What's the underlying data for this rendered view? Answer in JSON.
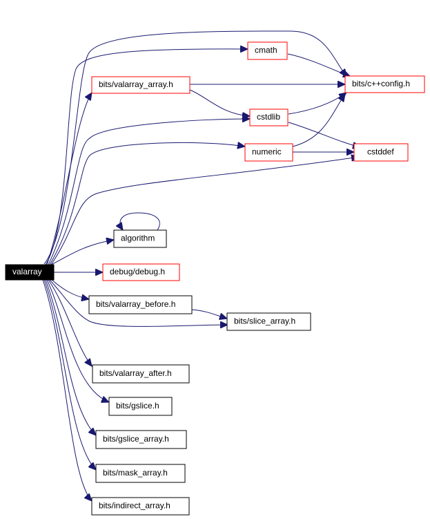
{
  "colors": {
    "edge": "#191970",
    "undocumented_border": "#ff0000",
    "documented_border": "#000000",
    "root_fill": "#000000",
    "root_text": "#ffffff"
  },
  "nodes": {
    "valarray": "valarray",
    "cmath": "cmath",
    "bits_valarray_array_h": "bits/valarray_array.h",
    "bits_cxxconfig_h": "bits/c++config.h",
    "cstdlib": "cstdlib",
    "numeric": "numeric",
    "cstddef": "cstddef",
    "algorithm": "algorithm",
    "debug_debug_h": "debug/debug.h",
    "bits_valarray_before_h": "bits/valarray_before.h",
    "bits_slice_array_h": "bits/slice_array.h",
    "bits_valarray_after_h": "bits/valarray_after.h",
    "bits_gslice_h": "bits/gslice.h",
    "bits_gslice_array_h": "bits/gslice_array.h",
    "bits_mask_array_h": "bits/mask_array.h",
    "bits_indirect_array_h": "bits/indirect_array.h"
  }
}
